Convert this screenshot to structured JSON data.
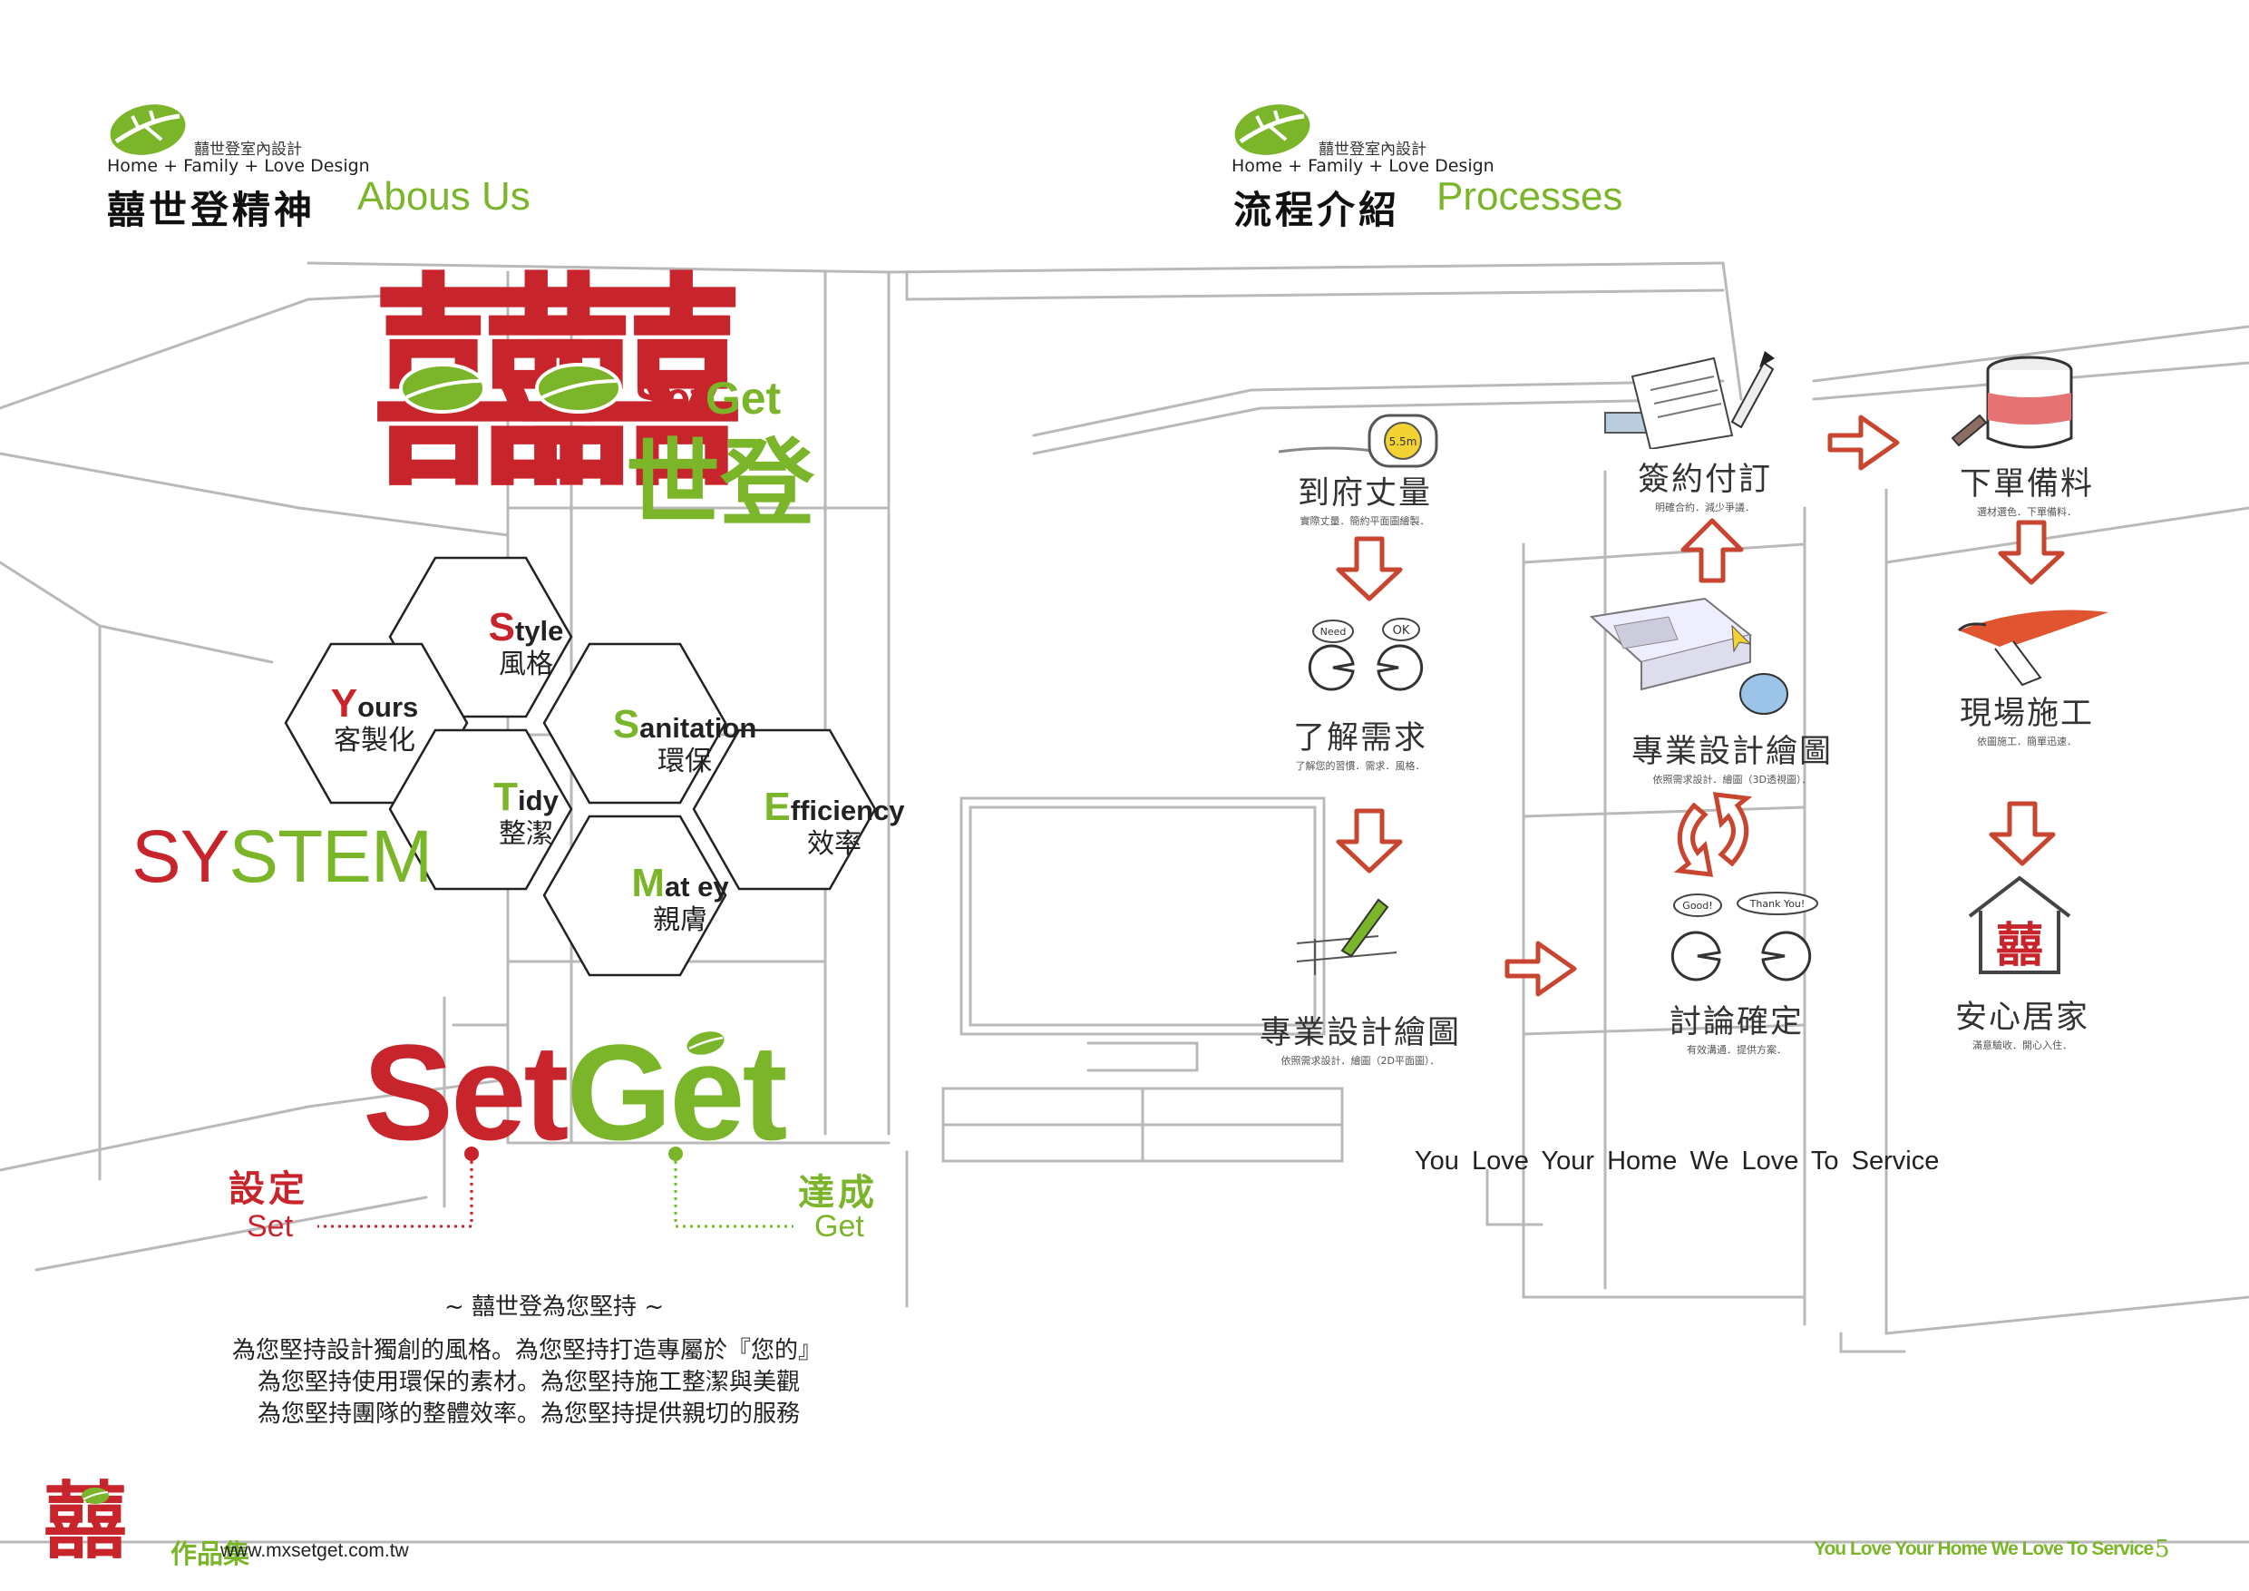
{
  "left_header": {
    "company": "囍世登室內設計",
    "tagline": "Home + Family + Love Design",
    "title_zh": "囍世登精神",
    "title_en": "Abous Us"
  },
  "right_header": {
    "company": "囍世登室內設計",
    "tagline": "Home + Family + Love Design",
    "title_zh": "流程介紹",
    "title_en": "Processes"
  },
  "logo": {
    "xi": "囍",
    "setget_set": "Set",
    "setget_get": "Get",
    "shideng": "世登"
  },
  "hexagons": [
    {
      "initial": "S",
      "rest": "tyle",
      "zh": "風格"
    },
    {
      "initial": "Y",
      "rest": "ours",
      "zh": "客製化"
    },
    {
      "initial": "S",
      "rest": "anitation",
      "zh": "環保"
    },
    {
      "initial": "T",
      "rest": "idy",
      "zh": "整潔"
    },
    {
      "initial": "E",
      "rest": "fficiency",
      "zh": "效率"
    },
    {
      "initial": "M",
      "rest": "at ey",
      "zh": "親膚"
    }
  ],
  "system": {
    "sy": "SY",
    "stem": "STEM"
  },
  "setget_big": {
    "set": "Set",
    "get": "Get"
  },
  "set_label": {
    "zh": "設定",
    "en": "Set"
  },
  "get_label": {
    "zh": "達成",
    "en": "Get"
  },
  "insist": {
    "title": "~ 囍世登為您堅持 ~",
    "lines": [
      "為您堅持設計獨創的風格。為您堅持打造專屬於『您的』",
      "為您堅持使用環保的素材。為您堅持施工整潔與美觀",
      "為您堅持團隊的整體效率。為您堅持提供親切的服務"
    ]
  },
  "process": {
    "tape_label": "5.5m",
    "need_bubble": "Need",
    "ok_bubble": "OK",
    "good_bubble": "Good!",
    "thanks_bubble": "Thank You!",
    "steps": [
      {
        "title": "到府丈量",
        "sub": "實際丈量．簡約平面圖繪製．"
      },
      {
        "title": "了解需求",
        "sub": "了解您的習慣．需求．風格．"
      },
      {
        "title": "專業設計繪圖",
        "sub": "依照需求設計．繪圖（2D平面圖）．"
      },
      {
        "title": "討論確定",
        "sub": "有效溝通．提供方案．"
      },
      {
        "title": "專業設計繪圖",
        "sub": "依照需求設計．繪圖（3D透視圖）．"
      },
      {
        "title": "簽約付訂",
        "sub": "明確合約．減少爭議．"
      },
      {
        "title": "下單備料",
        "sub": "選材選色．下單備料．"
      },
      {
        "title": "現場施工",
        "sub": "依圖施工．簡單迅速．"
      },
      {
        "title": "安心居家",
        "sub": "滿意驗收．開心入住．"
      }
    ],
    "slogan": "You Love Your Home We Love To Service"
  },
  "footer": {
    "xi": "囍",
    "works": "作品集",
    "url": "www.mxsetget.com.tw",
    "slogan": "You Love Your Home We Love To Service",
    "page": "5"
  },
  "colors": {
    "red": "#c8242c",
    "green": "#7ab52a",
    "arrow": "#c8452f"
  }
}
